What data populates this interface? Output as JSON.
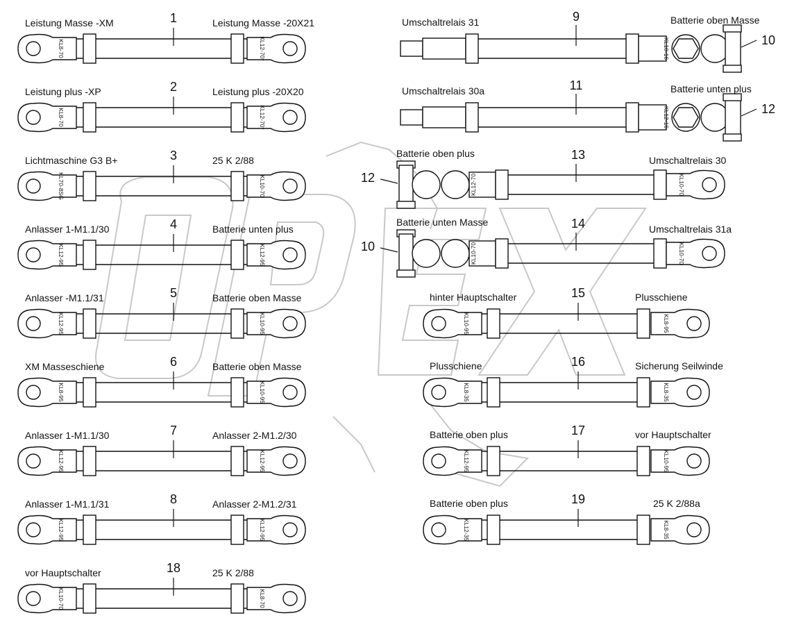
{
  "diagram": {
    "watermark": "OPEX",
    "cables": [
      {
        "number": "1",
        "left_label": "Leistung Masse -XM",
        "right_label": "Leistung Masse -20X21",
        "left_lug": "KL8-70",
        "right_lug": "KL12-70*"
      },
      {
        "number": "2",
        "left_label": "Leistung plus -XP",
        "right_label": "Leistung plus -20X20",
        "left_lug": "KL8-70",
        "right_lug": "KL12-70*"
      },
      {
        "number": "3",
        "left_label": "Lichtmaschine G3 B+",
        "right_label": "25 K 2/88",
        "left_lug": "KL70-8SG",
        "right_lug": "KL10-70"
      },
      {
        "number": "4",
        "left_label": "Anlasser 1-M1.1/30",
        "right_label": "Batterie unten plus",
        "left_lug": "KL12-95",
        "right_lug": "KL12-95"
      },
      {
        "number": "5",
        "left_label": "Anlasser -M1.1/31",
        "right_label": "Batterie oben Masse",
        "left_lug": "KL12-95",
        "right_lug": "KL10-95"
      },
      {
        "number": "6",
        "left_label": "XM Masseschiene",
        "right_label": "Batterie oben Masse",
        "left_lug": "KL8-95",
        "right_lug": "KL10-95"
      },
      {
        "number": "7",
        "left_label": "Anlasser 1-M1.1/30",
        "right_label": "Anlasser 2-M1.2/30",
        "left_lug": "KL12-95",
        "right_lug": "KL12-95"
      },
      {
        "number": "8",
        "left_label": "Anlasser 1-M1.1/31",
        "right_label": "Anlasser 2-M1.2/31",
        "left_lug": "KL12-95",
        "right_lug": "KL12-95"
      },
      {
        "number": "18",
        "left_label": "vor Hauptschalter",
        "right_label": "25 K 2/88",
        "left_lug": "KL10-70",
        "right_lug": "KL8-70"
      },
      {
        "number": "9",
        "left_label": "Umschaltrelais 31",
        "right_label": "Batterie oben Masse",
        "left_lug": "",
        "right_lug": "KL10-16"
      },
      {
        "number": "11",
        "left_label": "Umschaltrelais 30a",
        "right_label": "Batterie unten plus",
        "left_lug": "",
        "right_lug": "KL12-16"
      },
      {
        "number": "13",
        "left_label": "Batterie oben plus",
        "right_label": "Umschaltrelais 30",
        "left_lug": "KL12-70",
        "right_lug": "KL10-70"
      },
      {
        "number": "14",
        "left_label": "Batterie unten Masse",
        "right_label": "Umschaltrelais 31a",
        "left_lug": "KL10-70",
        "right_lug": "KL10-70"
      },
      {
        "number": "15",
        "left_label": "hinter Hauptschalter",
        "right_label": "Plusschiene",
        "left_lug": "KL10-95",
        "right_lug": "KL8-95"
      },
      {
        "number": "16",
        "left_label": "Plusschiene",
        "right_label": "Sicherung Seilwinde",
        "left_lug": "KL8-35",
        "right_lug": "KL8-35"
      },
      {
        "number": "17",
        "left_label": "Batterie oben plus",
        "right_label": "vor Hauptschalter",
        "left_lug": "KL12-95",
        "right_lug": "KL10-95"
      },
      {
        "number": "19",
        "left_label": "Batterie oben plus",
        "right_label": "25 K 2/88a",
        "left_lug": "KL12-35",
        "right_lug": "KL8-35"
      }
    ],
    "terminal_callouts": [
      "10",
      "12",
      "12",
      "10"
    ]
  }
}
